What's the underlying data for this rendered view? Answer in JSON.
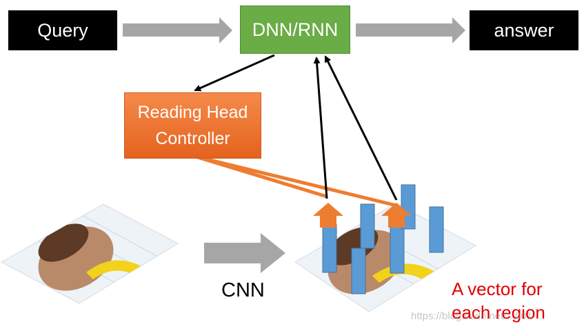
{
  "nodes": {
    "query": "Query",
    "dnn_rnn": "DNN/RNN",
    "answer": "answer",
    "controller_line1": "Reading Head",
    "controller_line2": "Controller"
  },
  "labels": {
    "cnn": "CNN",
    "vector_caption_line1": "A vector for",
    "vector_caption_line2": "each region"
  },
  "watermark": "https://blog.csdn.net/...001",
  "colors": {
    "query_bg": "#000000",
    "dnn_bg": "#6aac46",
    "controller_bg": "#ed7532",
    "vector_bar": "#5b9bd5",
    "read_arrow": "#ed7d31",
    "flow_arrow": "#a6a6a6",
    "caption": "#e00000"
  },
  "icons": [
    "photo-girl-banana",
    "region-vector-bars",
    "read-head-arrows"
  ]
}
